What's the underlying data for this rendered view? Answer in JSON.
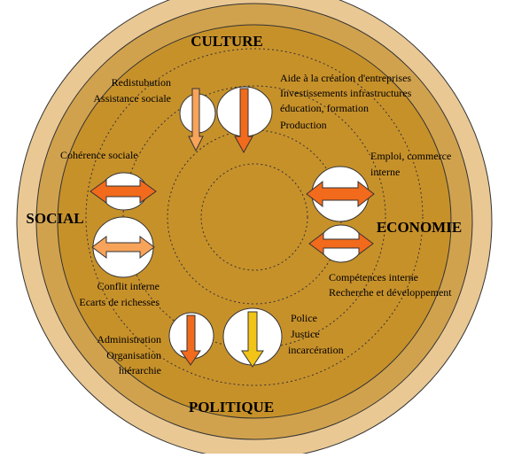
{
  "colors": {
    "outer_ring": "#e9c894",
    "middle_ring": "#d1a24d",
    "core": "#c7912a",
    "arrow_orange": "#f26a1b",
    "arrow_light": "#f7a35a",
    "arrow_yellow": "#f2c418",
    "stroke": "#222222",
    "bubble": "#ffffff"
  },
  "sectors": {
    "culture": "CULTURE",
    "social": "SOCIAL",
    "economie": "ECONOMIE",
    "politique": "POLITIQUE"
  },
  "labels": {
    "redistribution": [
      "Redistubution",
      "Assistance sociale"
    ],
    "aide": [
      "Aide à la création d'entreprises",
      "Investissements infrastructures",
      "éducation, formation",
      "Production"
    ],
    "coherence": [
      "Cohérence sociale"
    ],
    "emploi": [
      "Emploi, commerce",
      "interne"
    ],
    "conflit": [
      "Conflit interne",
      "Ecarts de richesses"
    ],
    "competences": [
      "Compétences interne",
      "Recherche et développement"
    ],
    "administration": [
      "Administration",
      "Organisation",
      "hiérarchie"
    ],
    "police": [
      "Police",
      "Justice",
      "incarcération"
    ]
  }
}
